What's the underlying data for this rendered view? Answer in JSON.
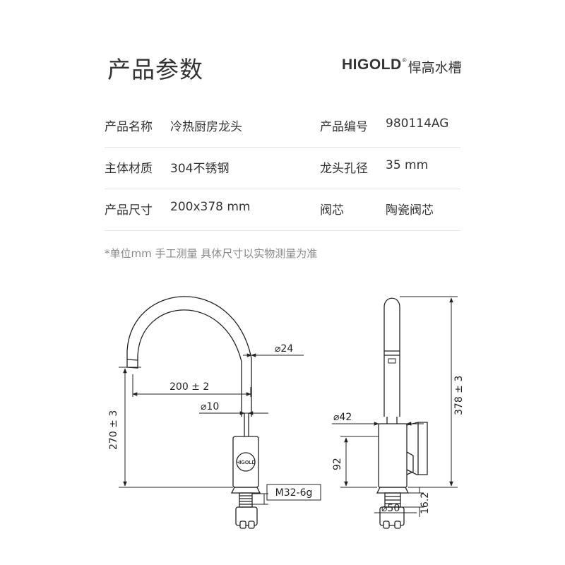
{
  "header": {
    "title": "产品参数"
  },
  "brand": {
    "name": "HIGOLD",
    "mark": "®",
    "cn": "悍高水槽"
  },
  "specs": [
    {
      "label1": "产品名称",
      "value1": "冷热厨房龙头",
      "label2": "产品编号",
      "value2": "980114AG"
    },
    {
      "label1": "主体材质",
      "value1": "304不锈钢",
      "label2": "龙头孔径",
      "value2": "35 mm"
    },
    {
      "label1": "产品尺寸",
      "value1": "200x378 mm",
      "label2": "阀芯",
      "value2": "陶瓷阀芯"
    }
  ],
  "note": "*单位mm 手工测量 具体尺寸以实物测量为准",
  "front_view": {
    "dims": {
      "d24": "⌀24",
      "reach": "200 ± 2",
      "d10": "⌀10",
      "height": "270 ± 3",
      "thread": "M32-6g"
    },
    "logo": "HIGOLD"
  },
  "side_view": {
    "dims": {
      "d42": "⌀42",
      "total": "378 ± 3",
      "h92": "92",
      "d50": "⌀50",
      "h16": "16.2"
    }
  },
  "colors": {
    "line": "#222222",
    "divider": "#e6e6e6",
    "text": "#333333",
    "note": "#888888"
  }
}
